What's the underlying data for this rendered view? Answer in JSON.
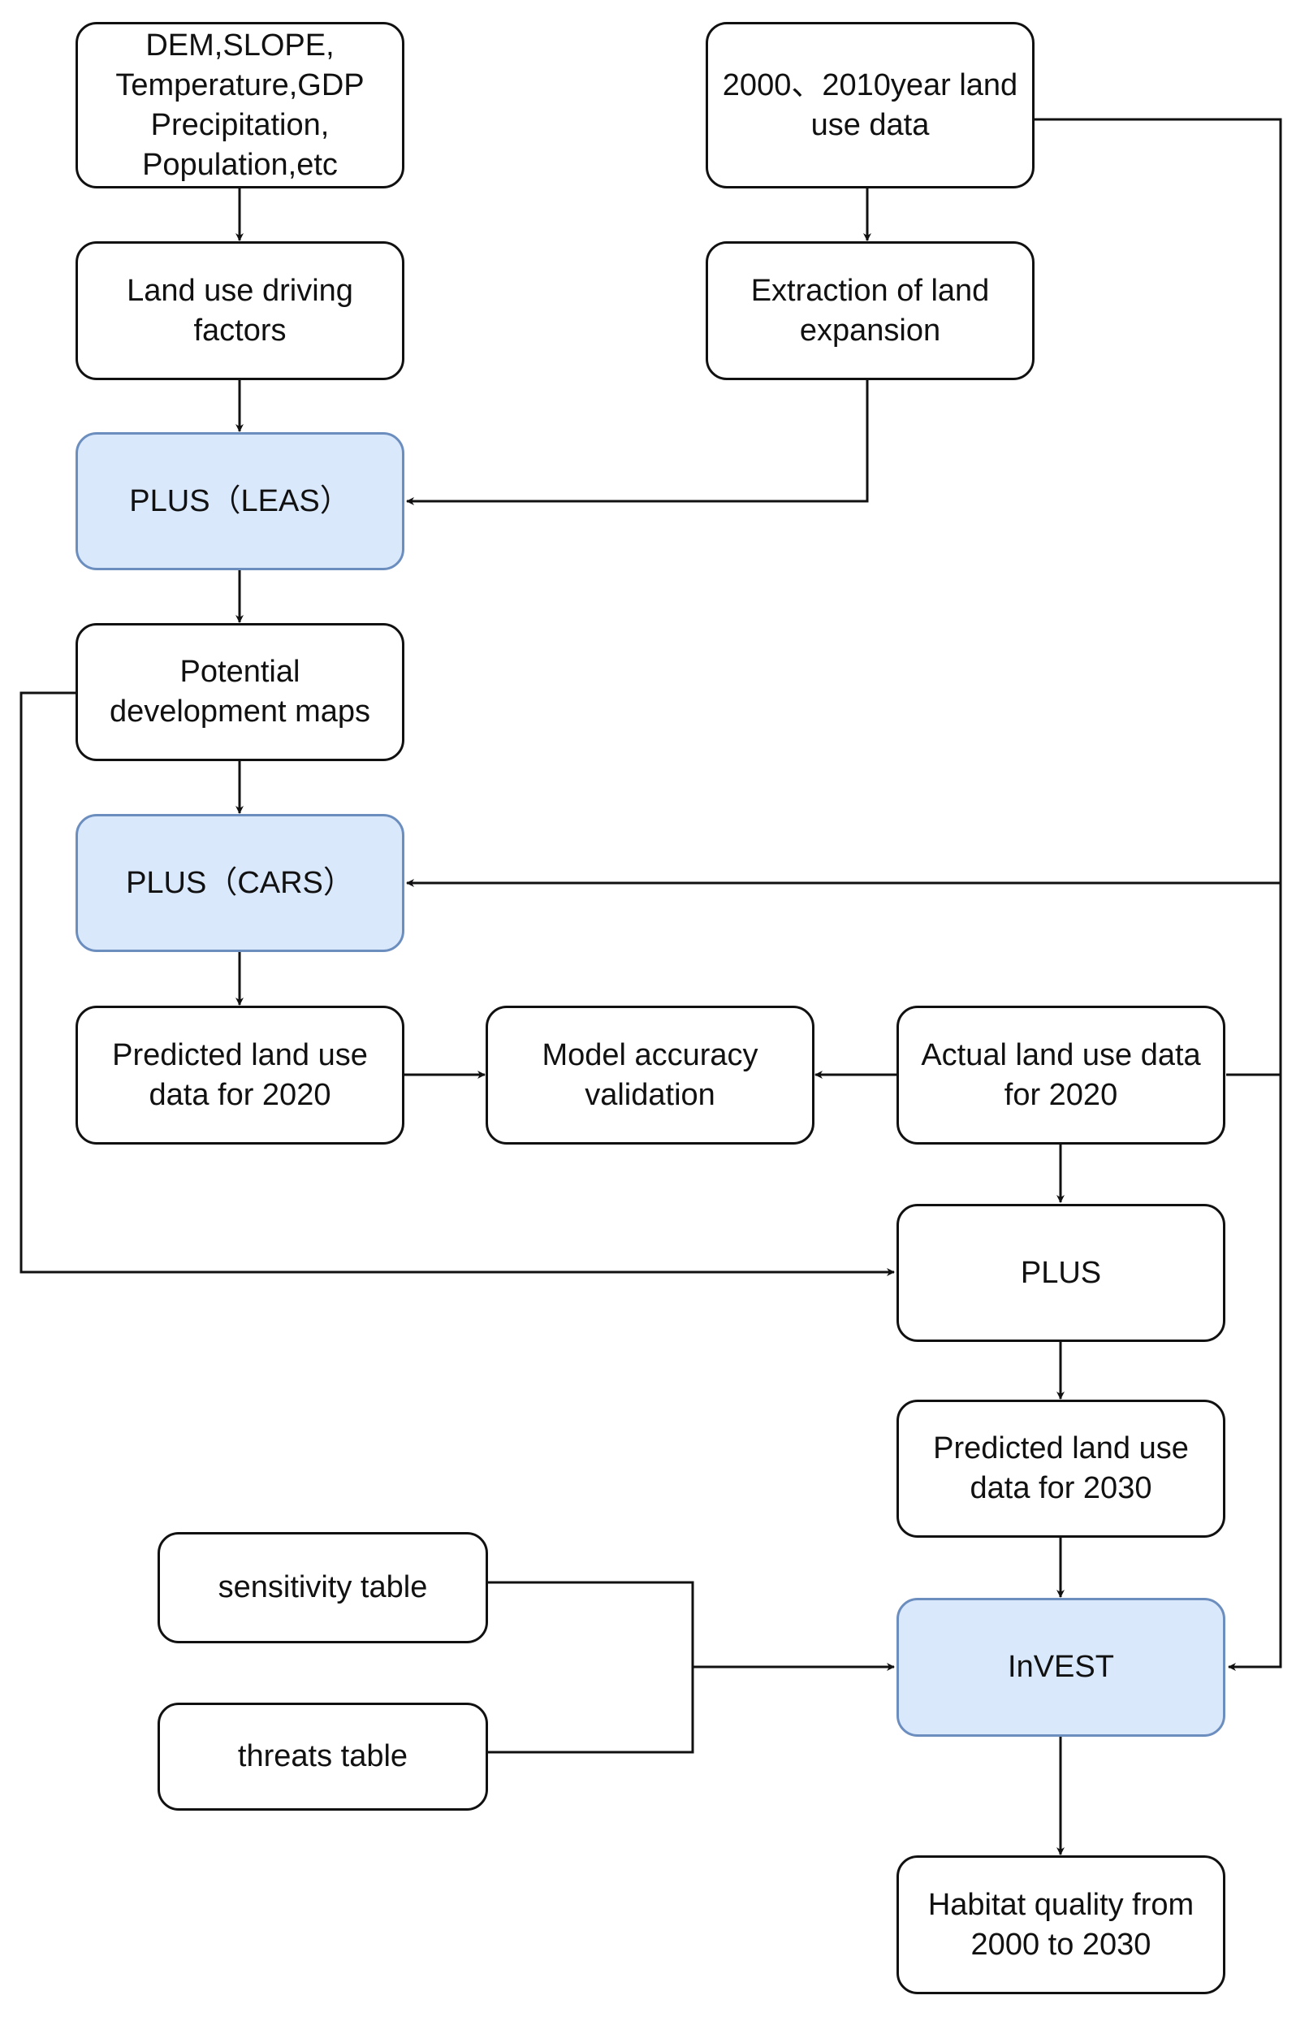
{
  "nodes": {
    "factors": "DEM,SLOPE,\nTemperature,GDP\nPrecipitation,\nPopulation,etc",
    "land_use_data": "2000、2010year land\nuse data",
    "driving_factors": "Land use driving\nfactors",
    "extraction": "Extraction of land\nexpansion",
    "plus_leas": "PLUS（LEAS）",
    "potential_maps": "Potential\ndevelopment maps",
    "plus_cars": "PLUS（CARS）",
    "predicted_2020": "Predicted land use\ndata for 2020",
    "model_validation": "Model accuracy\nvalidation",
    "actual_2020": "Actual land use data\nfor 2020",
    "plus": "PLUS",
    "predicted_2030": "Predicted land use\ndata for 2030",
    "sensitivity_table": "sensitivity table",
    "threats_table": "threats table",
    "invest": "InVEST",
    "habitat_quality": "Habitat quality from\n2000 to 2030"
  },
  "colors": {
    "highlight_fill": "#dae8fc",
    "highlight_stroke": "#6c8ebf",
    "line": "#111111"
  }
}
